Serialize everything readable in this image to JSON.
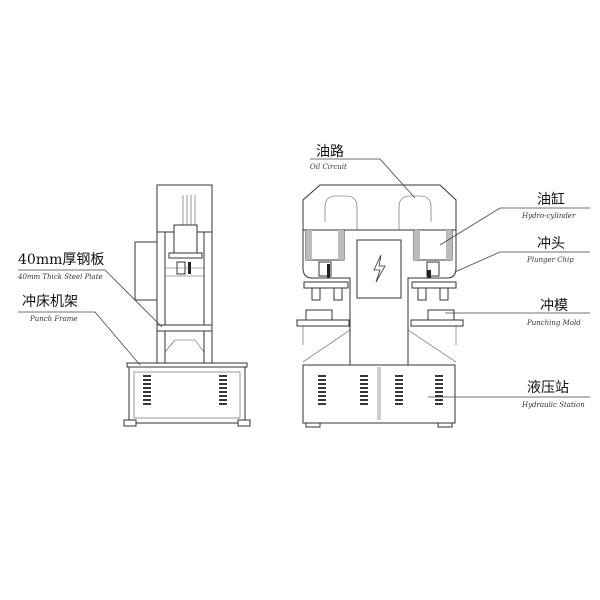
{
  "labels": {
    "steel_plate": {
      "zh": "40mm厚钢板",
      "en": "40mm Thick Steel Plate"
    },
    "punch_frame": {
      "zh": "冲床机架",
      "en": "Punch Frame"
    },
    "oil_circuit": {
      "zh": "油路",
      "en": "Oil Circuit"
    },
    "hydro_cylinder": {
      "zh": "油缸",
      "en": "Hydro-cylinder"
    },
    "plunger_chip": {
      "zh": "冲头",
      "en": "Plunger Chip"
    },
    "punching_mold": {
      "zh": "冲模",
      "en": "Punching Mold"
    },
    "hydraulic_station": {
      "zh": "液压站",
      "en": "Hydraulic Station"
    }
  },
  "icons": {
    "electric": "lightning-icon"
  }
}
